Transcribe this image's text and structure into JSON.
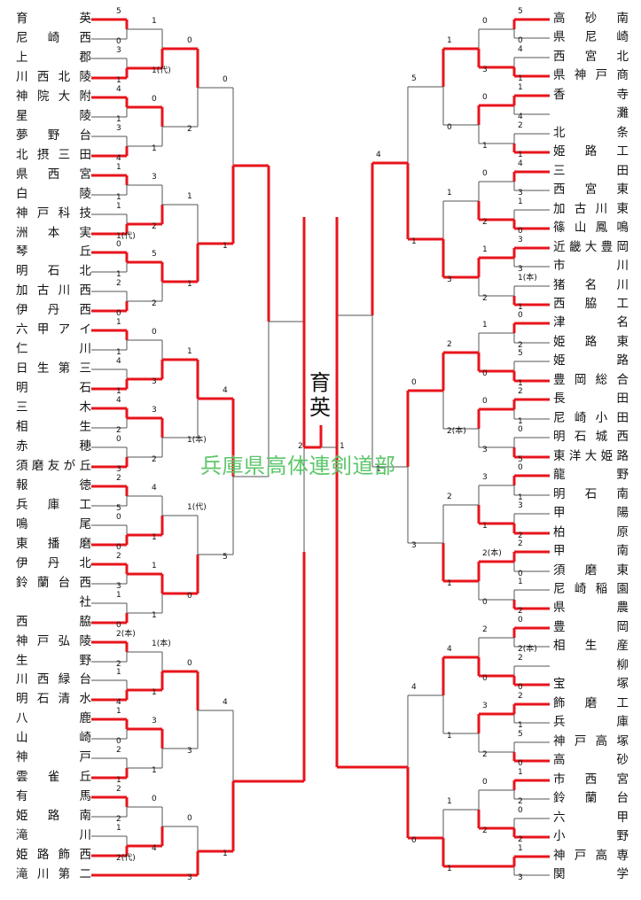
{
  "title": "兵庫県高体連剣道部",
  "champion": "育英",
  "colors": {
    "winner_line": "#e8141c",
    "line": "#555555",
    "watermark": "#5cc76a"
  },
  "left_teams": [
    "育英",
    "尼崎西",
    "上郡",
    "川西北陵",
    "神院大附",
    "星陵",
    "夢野台",
    "北摂三田",
    "県西宮",
    "白陵",
    "神戸科技",
    "洲本実",
    "琴丘",
    "明石北",
    "加古川西",
    "伊丹西",
    "六甲アイ",
    "仁川",
    "日生第三",
    "明石",
    "三木",
    "相生",
    "赤穂",
    "須磨友が丘",
    "報徳",
    "兵庫工",
    "鳴尾",
    "東播磨",
    "伊丹北",
    "鈴蘭台西",
    "社",
    "西脇",
    "神戸弘陵",
    "生野",
    "川西緑台",
    "明石清水",
    "八鹿",
    "山崎",
    "神戸",
    "雲雀丘",
    "有馬",
    "姫路南",
    "滝川",
    "姫路飾西",
    "滝川第二"
  ],
  "right_teams": [
    "高砂南",
    "県尼崎",
    "西宮北",
    "県神戸商",
    "香寺",
    "灘",
    "北条",
    "姫路工",
    "三田",
    "西宮東",
    "加古川東",
    "篠山鳳鳴",
    "近畿大豊岡",
    "市川",
    "猪名川",
    "西脇工",
    "津名",
    "姫路東",
    "姫路",
    "豊岡総合",
    "長田",
    "尼崎小田",
    "明石城西",
    "東洋大姫路",
    "龍野",
    "明石南",
    "甲陽",
    "柏原",
    "甲南",
    "須磨東",
    "尼崎稲園",
    "県農",
    "豊岡",
    "相生産",
    "柳",
    "宝塚",
    "飾磨工",
    "兵庫",
    "神戸高塚",
    "高砂",
    "市西宮",
    "鈴蘭台",
    "六甲",
    "小野",
    "神戸高専",
    "関学"
  ],
  "scores": {
    "left": [
      [
        "5",
        "0",
        "3",
        "1",
        "4",
        "1",
        "3",
        "4",
        "1",
        "1",
        "1",
        "1(代)",
        "0",
        "1",
        "2",
        "0",
        "1",
        "1",
        "4",
        "1",
        "4",
        "2",
        "0",
        "3",
        "2",
        "5",
        "0",
        "0",
        "2",
        "3",
        "1",
        "0",
        "2(本)",
        "2",
        "1",
        "4",
        "1",
        "0",
        "2",
        "1",
        "2",
        "2",
        "1",
        "2(代)",
        "1",
        "1(代)",
        "0",
        "1",
        "3",
        "2",
        "5",
        "2",
        "0",
        "3",
        "3",
        "2",
        "4",
        "1",
        "1",
        "1",
        "1(本)",
        "1",
        "3",
        "1",
        "0",
        "4",
        "0",
        "2",
        "1",
        "1",
        "1",
        "1(本)",
        "1(代)",
        "0",
        "0",
        "3",
        "0",
        "3",
        "0",
        "1",
        "4",
        "5",
        "4",
        "1"
      ],
      [
        "2",
        "0",
        "2",
        "1",
        "1",
        "1",
        "4",
        "1"
      ]
    ],
    "right": [
      [
        "5",
        "0",
        "4",
        "1",
        "1",
        "4",
        "2",
        "1",
        "4",
        "3",
        "1",
        "0",
        "3",
        "3",
        "1(本)",
        "1",
        "0",
        "2",
        "5",
        "1",
        "2",
        "1",
        "0",
        "5",
        "0",
        "1",
        "3",
        "2",
        "2",
        "0",
        "1",
        "2",
        "0",
        "2(本)",
        "2",
        "0",
        "2",
        "1",
        "5",
        "0",
        "1",
        "2",
        "0",
        "2",
        "1",
        "3",
        "0",
        "3",
        "0",
        "1",
        "0",
        "2",
        "1",
        "2",
        "1",
        "0",
        "0",
        "3",
        "3",
        "1",
        "2(本)",
        "0",
        "2",
        "0",
        "3",
        "2",
        "0",
        "2",
        "1",
        "0",
        "1",
        "3",
        "2",
        "2(本)",
        "2",
        "1",
        "4",
        "1",
        "1",
        "1",
        "5",
        "1",
        "0",
        "3",
        "4",
        "0",
        "4",
        "1"
      ],
      [
        "1",
        "1",
        "0",
        "1",
        "0",
        "4",
        "4"
      ]
    ],
    "final": [
      "2",
      "1"
    ]
  }
}
